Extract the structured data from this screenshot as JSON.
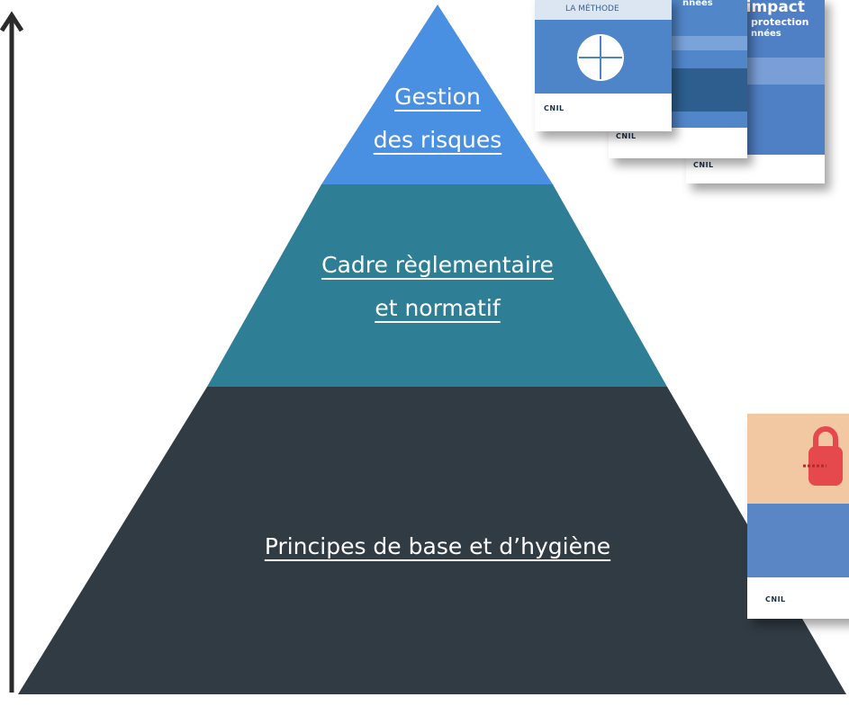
{
  "pyramid": {
    "tiers": [
      {
        "key": "top",
        "lines": [
          "Gestion",
          "des risques"
        ],
        "color": "#4a90e2"
      },
      {
        "key": "middle",
        "lines": [
          "Cadre règlementaire",
          "et normatif"
        ],
        "color": "#2e7f95"
      },
      {
        "key": "bottom",
        "lines": [
          "Principes de base et d’hygiène"
        ],
        "color": "#313b44"
      }
    ],
    "axis_color": "#2b2b2b"
  },
  "covers": {
    "methode": {
      "title": "LA MÉTHODE",
      "brand": "CNIL"
    },
    "donnees": {
      "title": "nnées",
      "brand": "CNIL"
    },
    "impact": {
      "title_line1": "d’impact",
      "title_line2": "protection",
      "title_line3": "nnées",
      "brand": "CNIL"
    },
    "guide": {
      "brand": "CNIL"
    }
  }
}
